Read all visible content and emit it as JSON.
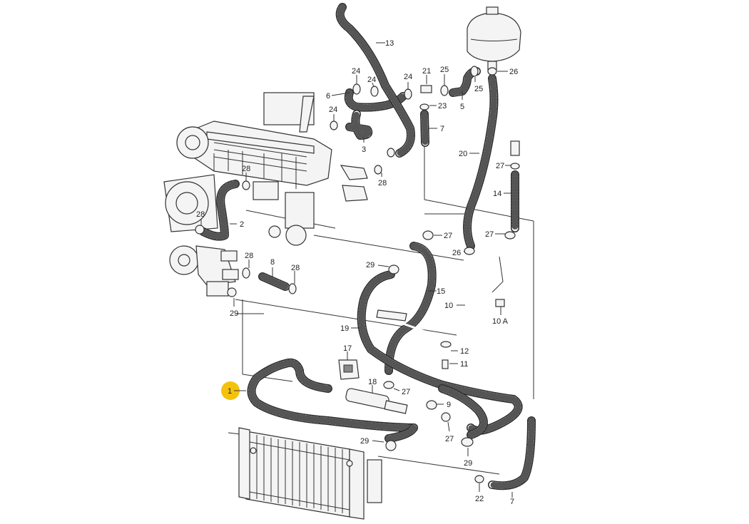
{
  "highlight_color": "#F4C20D",
  "callouts": [
    {
      "id": "c1",
      "text": "1"
    },
    {
      "id": "c2",
      "text": "2"
    },
    {
      "id": "c3",
      "text": "3"
    },
    {
      "id": "c5",
      "text": "5"
    },
    {
      "id": "c6",
      "text": "6"
    },
    {
      "id": "c7a",
      "text": "7"
    },
    {
      "id": "c7b",
      "text": "7"
    },
    {
      "id": "c8",
      "text": "8"
    },
    {
      "id": "c9",
      "text": "9"
    },
    {
      "id": "c10",
      "text": "10"
    },
    {
      "id": "c10a",
      "text": "10 A"
    },
    {
      "id": "c11",
      "text": "11"
    },
    {
      "id": "c12",
      "text": "12"
    },
    {
      "id": "c13",
      "text": "13"
    },
    {
      "id": "c14",
      "text": "14"
    },
    {
      "id": "c15",
      "text": "15"
    },
    {
      "id": "c17",
      "text": "17"
    },
    {
      "id": "c18",
      "text": "18"
    },
    {
      "id": "c19",
      "text": "19"
    },
    {
      "id": "c20",
      "text": "20"
    },
    {
      "id": "c21",
      "text": "21"
    },
    {
      "id": "c22",
      "text": "22"
    },
    {
      "id": "c23",
      "text": "23"
    },
    {
      "id": "c24a",
      "text": "24"
    },
    {
      "id": "c24b",
      "text": "24"
    },
    {
      "id": "c24c",
      "text": "24"
    },
    {
      "id": "c24d",
      "text": "24"
    },
    {
      "id": "c25a",
      "text": "25"
    },
    {
      "id": "c25b",
      "text": "25"
    },
    {
      "id": "c26a",
      "text": "26"
    },
    {
      "id": "c26b",
      "text": "26"
    },
    {
      "id": "c27a",
      "text": "27"
    },
    {
      "id": "c27b",
      "text": "27"
    },
    {
      "id": "c27c",
      "text": "27"
    },
    {
      "id": "c27d",
      "text": "27"
    },
    {
      "id": "c27e",
      "text": "27"
    },
    {
      "id": "c28a",
      "text": "28"
    },
    {
      "id": "c28b",
      "text": "28"
    },
    {
      "id": "c28c",
      "text": "28"
    },
    {
      "id": "c28d",
      "text": "28"
    },
    {
      "id": "c28e",
      "text": "28"
    },
    {
      "id": "c29a",
      "text": "29"
    },
    {
      "id": "c29b",
      "text": "29"
    },
    {
      "id": "c29c",
      "text": "29"
    },
    {
      "id": "c29d",
      "text": "29"
    }
  ]
}
